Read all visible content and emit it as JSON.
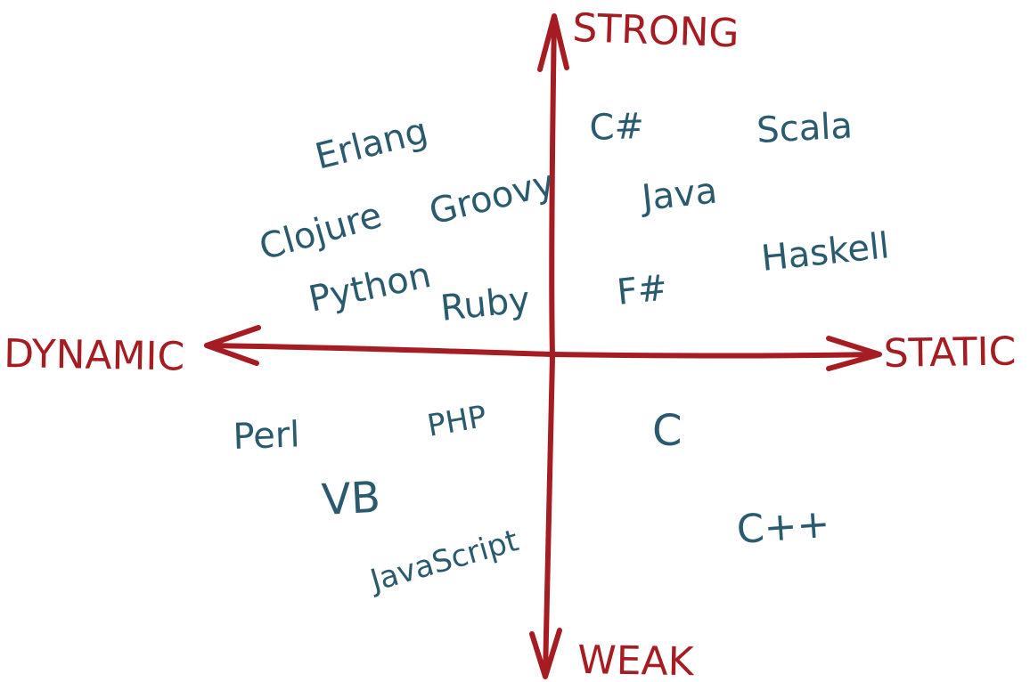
{
  "colors": {
    "axis": "#a51c22",
    "language": "#2a5a6e",
    "background": "#ffffff"
  },
  "axes": {
    "top": "STRONG",
    "bottom": "WEAK",
    "left": "DYNAMIC",
    "right": "STATIC"
  },
  "languages": [
    {
      "name": "Erlang",
      "quadrant": "strong-dynamic"
    },
    {
      "name": "Clojure",
      "quadrant": "strong-dynamic"
    },
    {
      "name": "Groovy",
      "quadrant": "strong-dynamic"
    },
    {
      "name": "Python",
      "quadrant": "strong-dynamic"
    },
    {
      "name": "Ruby",
      "quadrant": "strong-dynamic"
    },
    {
      "name": "C#",
      "quadrant": "strong-static"
    },
    {
      "name": "Scala",
      "quadrant": "strong-static"
    },
    {
      "name": "Java",
      "quadrant": "strong-static"
    },
    {
      "name": "Haskell",
      "quadrant": "strong-static"
    },
    {
      "name": "F#",
      "quadrant": "strong-static"
    },
    {
      "name": "Perl",
      "quadrant": "weak-dynamic"
    },
    {
      "name": "PHP",
      "quadrant": "weak-dynamic"
    },
    {
      "name": "VB",
      "quadrant": "weak-dynamic"
    },
    {
      "name": "JavaScript",
      "quadrant": "weak-dynamic"
    },
    {
      "name": "C",
      "quadrant": "weak-static"
    },
    {
      "name": "C++",
      "quadrant": "weak-static"
    }
  ]
}
